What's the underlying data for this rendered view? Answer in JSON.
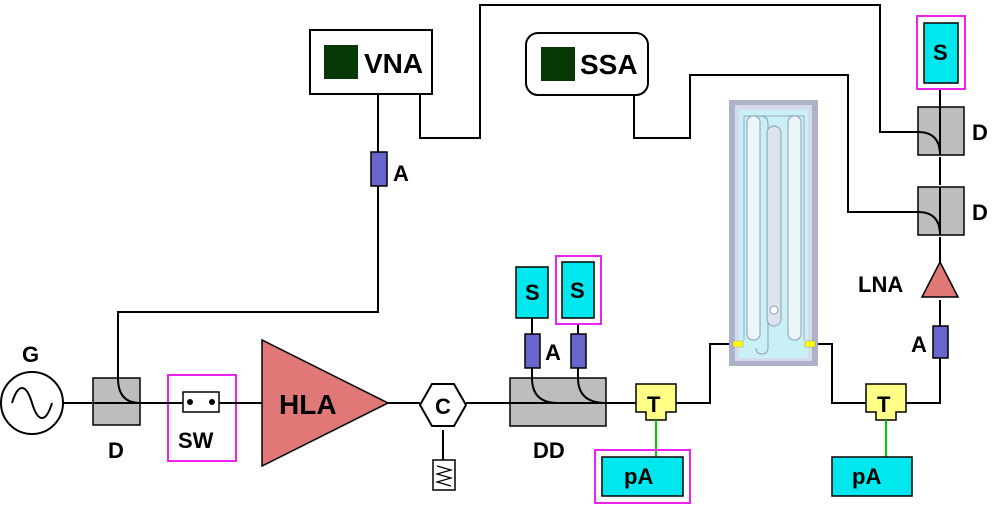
{
  "labels": {
    "vna": "VNA",
    "ssa": "SSA",
    "generator": "G",
    "splitter_in": "D",
    "switch": "SW",
    "hla": "HLA",
    "circulator": "C",
    "dd": "DD",
    "sensor_1": "S",
    "sensor_2": "S",
    "sensor_out": "S",
    "attenuator_vna": "A",
    "attenuator_dd": "A",
    "attenuator_out": "A",
    "tee_in": "T",
    "tee_out": "T",
    "pa_in": "pA",
    "pa_out": "pA",
    "lna": "LNA",
    "dir_upper": "D",
    "dir_lower": "D"
  },
  "colors": {
    "wire": "#000000",
    "highlight": "#ee22ee",
    "cyan_box": "#00e8ee",
    "attenuator": "#6666cc",
    "tee": "#ffff88",
    "amplifier": "#e07878",
    "gray_box": "#bdbdbd",
    "screen": "#063806",
    "bias_line": "#00cc00",
    "resonator_bg": "#c9f0f4",
    "resonator_frame": "#aeb2c8",
    "resonator_fill": "#d6dbe9"
  }
}
